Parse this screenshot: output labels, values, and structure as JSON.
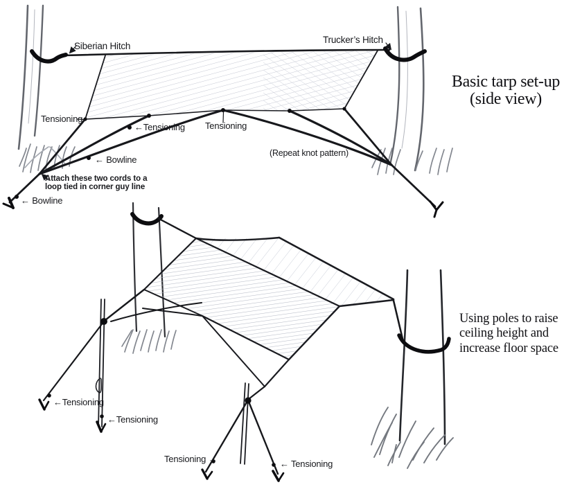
{
  "colors": {
    "background": "#ffffff",
    "ink": "#17181c",
    "pencil": "#8f939d"
  },
  "top_diagram": {
    "title_line1": "Basic tarp set-up",
    "title_line2": "(side view)",
    "labels": {
      "siberian_hitch": "Siberian Hitch",
      "truckers_hitch": "Trucker’s Hitch",
      "tensioning_left": "Tensioning",
      "tensioning_mid": "←Tensioning",
      "tensioning_center": "Tensioning",
      "bowline_mid": "← Bowline",
      "attach_note_line1": "Attach these two cords to a",
      "attach_note_line2": "loop tied in corner guy line",
      "bowline_stake": "← Bowline",
      "repeat_note": "(Repeat knot pattern)"
    }
  },
  "bottom_diagram": {
    "caption_line1": "Using poles to raise",
    "caption_line2": "ceiling height and",
    "caption_line3": "increase floor space",
    "labels": {
      "tensioning_pole_upper": "←Tensioning",
      "tensioning_pole_lower": "←Tensioning",
      "tensioning_center_left": "Tensioning →",
      "tensioning_center_right": "← Tensioning"
    }
  }
}
